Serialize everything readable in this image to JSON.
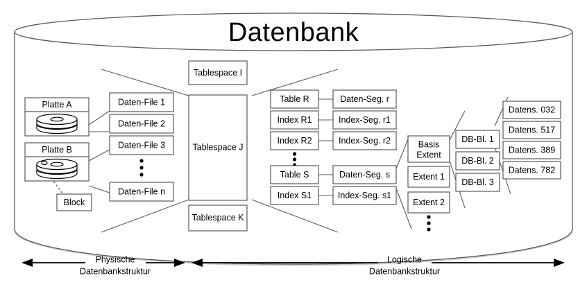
{
  "diagram": {
    "title": "Datenbank",
    "title_color": "#000000",
    "stroke_color": "#58595b",
    "background": "#ffffff"
  },
  "physical": {
    "disks": [
      {
        "label": "Platte A",
        "icon": "disk-platter-icon"
      },
      {
        "label": "Platte B",
        "icon": "disk-platter-icon"
      }
    ],
    "block": {
      "label": "Block"
    },
    "data_files": [
      {
        "label": "Daten-File 1"
      },
      {
        "label": "Daten-File 2"
      },
      {
        "label": "Daten-File 3"
      },
      {
        "label": "Daten-File n"
      }
    ],
    "data_files_ellipsis": "vertical-ellipsis"
  },
  "tablespaces": [
    {
      "label": "Tablespace I"
    },
    {
      "label": "Tablespace J"
    },
    {
      "label": "Tablespace K"
    }
  ],
  "objects": [
    {
      "label": "Table R"
    },
    {
      "label": "Index R1"
    },
    {
      "label": "Index R2"
    },
    {
      "label": "Table S"
    },
    {
      "label": "Index S1"
    }
  ],
  "objects_ellipsis": "vertical-ellipsis",
  "segments": [
    {
      "label": "Daten-Seg. r"
    },
    {
      "label": "Index-Seg. r1"
    },
    {
      "label": "Index-Seg. r2"
    },
    {
      "label": "Daten-Seg. s"
    },
    {
      "label": "Index-Seg. s1"
    }
  ],
  "extents": [
    {
      "label_line1": "Basis",
      "label_line2": "Extent"
    },
    {
      "label_line1": "Extent 1",
      "label_line2": ""
    },
    {
      "label_line1": "Extent 2",
      "label_line2": ""
    }
  ],
  "extents_ellipsis": "vertical-ellipsis",
  "db_blocks": [
    {
      "label": "DB-Bl. 1"
    },
    {
      "label": "DB-Bl. 2"
    },
    {
      "label": "DB-Bl. 3"
    }
  ],
  "records": [
    {
      "label": "Datens. 032"
    },
    {
      "label": "Datens. 517"
    },
    {
      "label": "Datens. 389"
    },
    {
      "label": "Datens. 782"
    }
  ],
  "axes": [
    {
      "line1": "Physische",
      "line2": "Datenbankstruktur"
    },
    {
      "line1": "Logische",
      "line2": "Datenbankstruktur"
    }
  ]
}
